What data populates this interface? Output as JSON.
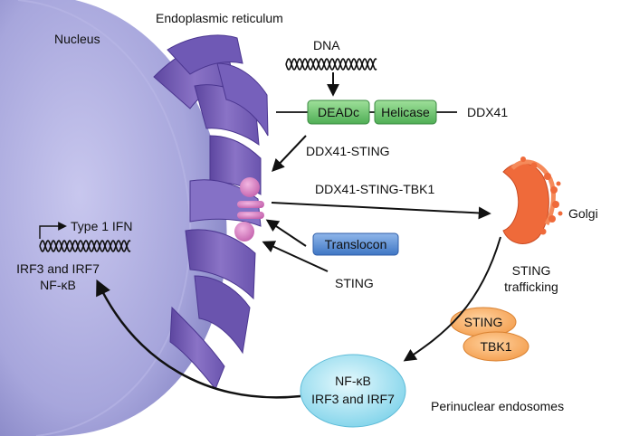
{
  "labels": {
    "nucleus": "Nucleus",
    "er": "Endoplasmic reticulum",
    "dna": "DNA",
    "deadc": "DEADc",
    "helicase": "Helicase",
    "ddx41": "DDX41",
    "ddx41_sting": "DDX41-STING",
    "ddx41_sting_tbk1": "DDX41-STING-TBK1",
    "golgi": "Golgi",
    "translocon": "Translocon",
    "sting": "STING",
    "sting_trafficking_1": "STING",
    "sting_trafficking_2": "trafficking",
    "sting_pill": "STING",
    "tbk1_pill": "TBK1",
    "type1_ifn": "Type 1 IFN",
    "irf3_irf7_nucleus": "IRF3 and IRF7",
    "nfkb_nucleus": "NF-κB",
    "endosome_nfkb": "NF-κB",
    "endosome_irf": "IRF3 and IRF7",
    "perinuclear": "Perinuclear endosomes"
  },
  "colors": {
    "nucleus": "#a7a6dc",
    "er": "#7a63b8",
    "domain_green": "#6cc76a",
    "translocon_blue": "#4f86d0",
    "sting_pink": "#d57bbf",
    "golgi": "#ef6a3a",
    "orange_pill": "#f6a85a",
    "endosome": "#8fdcf0"
  }
}
